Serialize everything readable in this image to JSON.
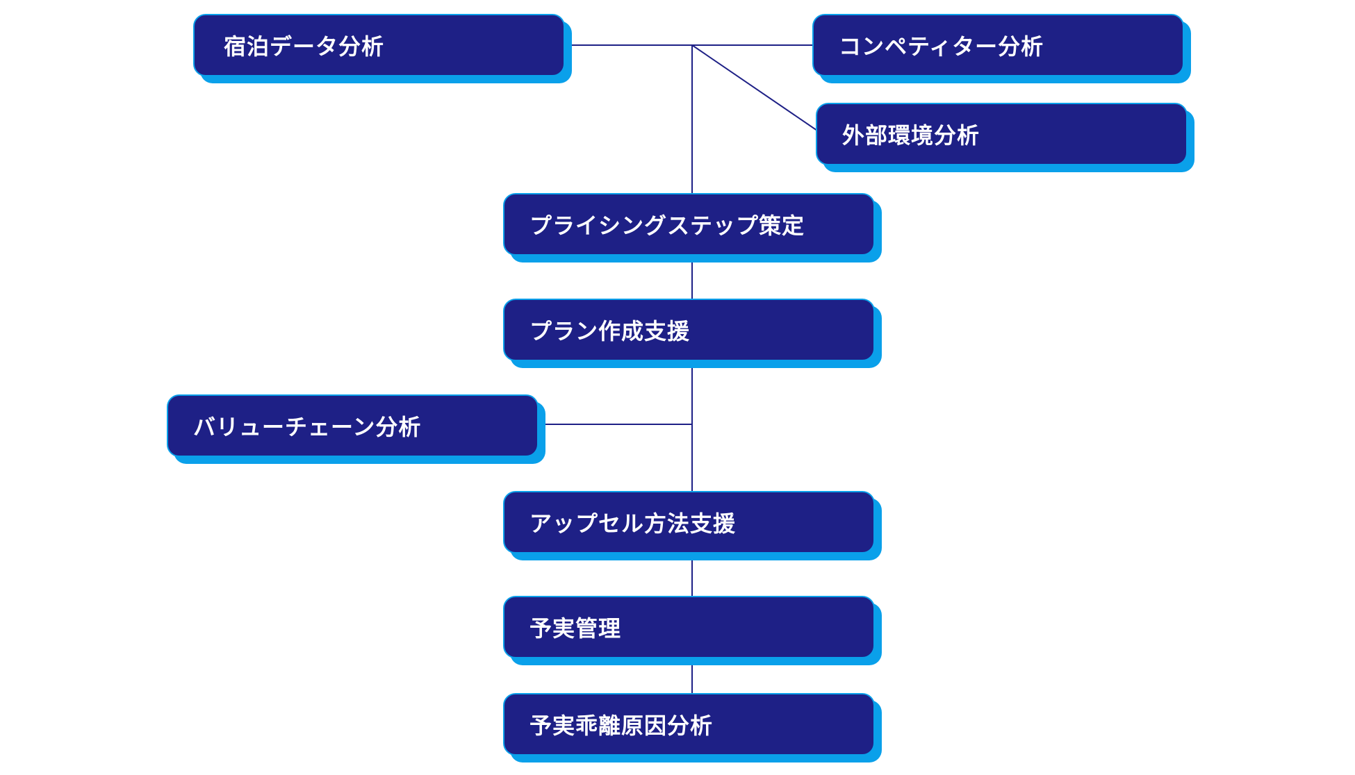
{
  "colors": {
    "node_fill": "#1e2086",
    "node_shadow": "#0aa0ea",
    "connector": "#1e2086",
    "label_text": "#ffffff"
  },
  "nodes": {
    "accommodation_data_analysis": "宿泊データ分析",
    "competitor_analysis": "コンペティター分析",
    "external_environment_analysis": "外部環境分析",
    "pricing_step_planning": "プライシングステップ策定",
    "plan_creation_support": "プラン作成支援",
    "value_chain_analysis": "バリューチェーン分析",
    "upsell_method_support": "アップセル方法支援",
    "budget_actual_management": "予実管理",
    "budget_actual_gap_analysis": "予実乖離原因分析"
  }
}
